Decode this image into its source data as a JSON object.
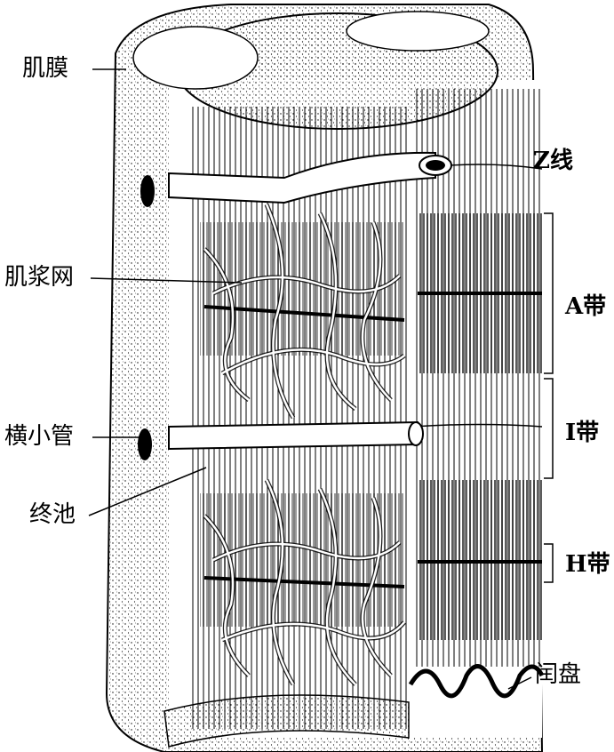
{
  "labels": {
    "sarcolemma": "肌膜",
    "z_line": "Z线",
    "sarcoplasmic_reticulum": "肌浆网",
    "a_band": "A带",
    "t_tubule": "横小管",
    "i_band": "I带",
    "terminal_cisterna": "终池",
    "h_band": "H带",
    "intercalated_disc": "闰盘"
  }
}
